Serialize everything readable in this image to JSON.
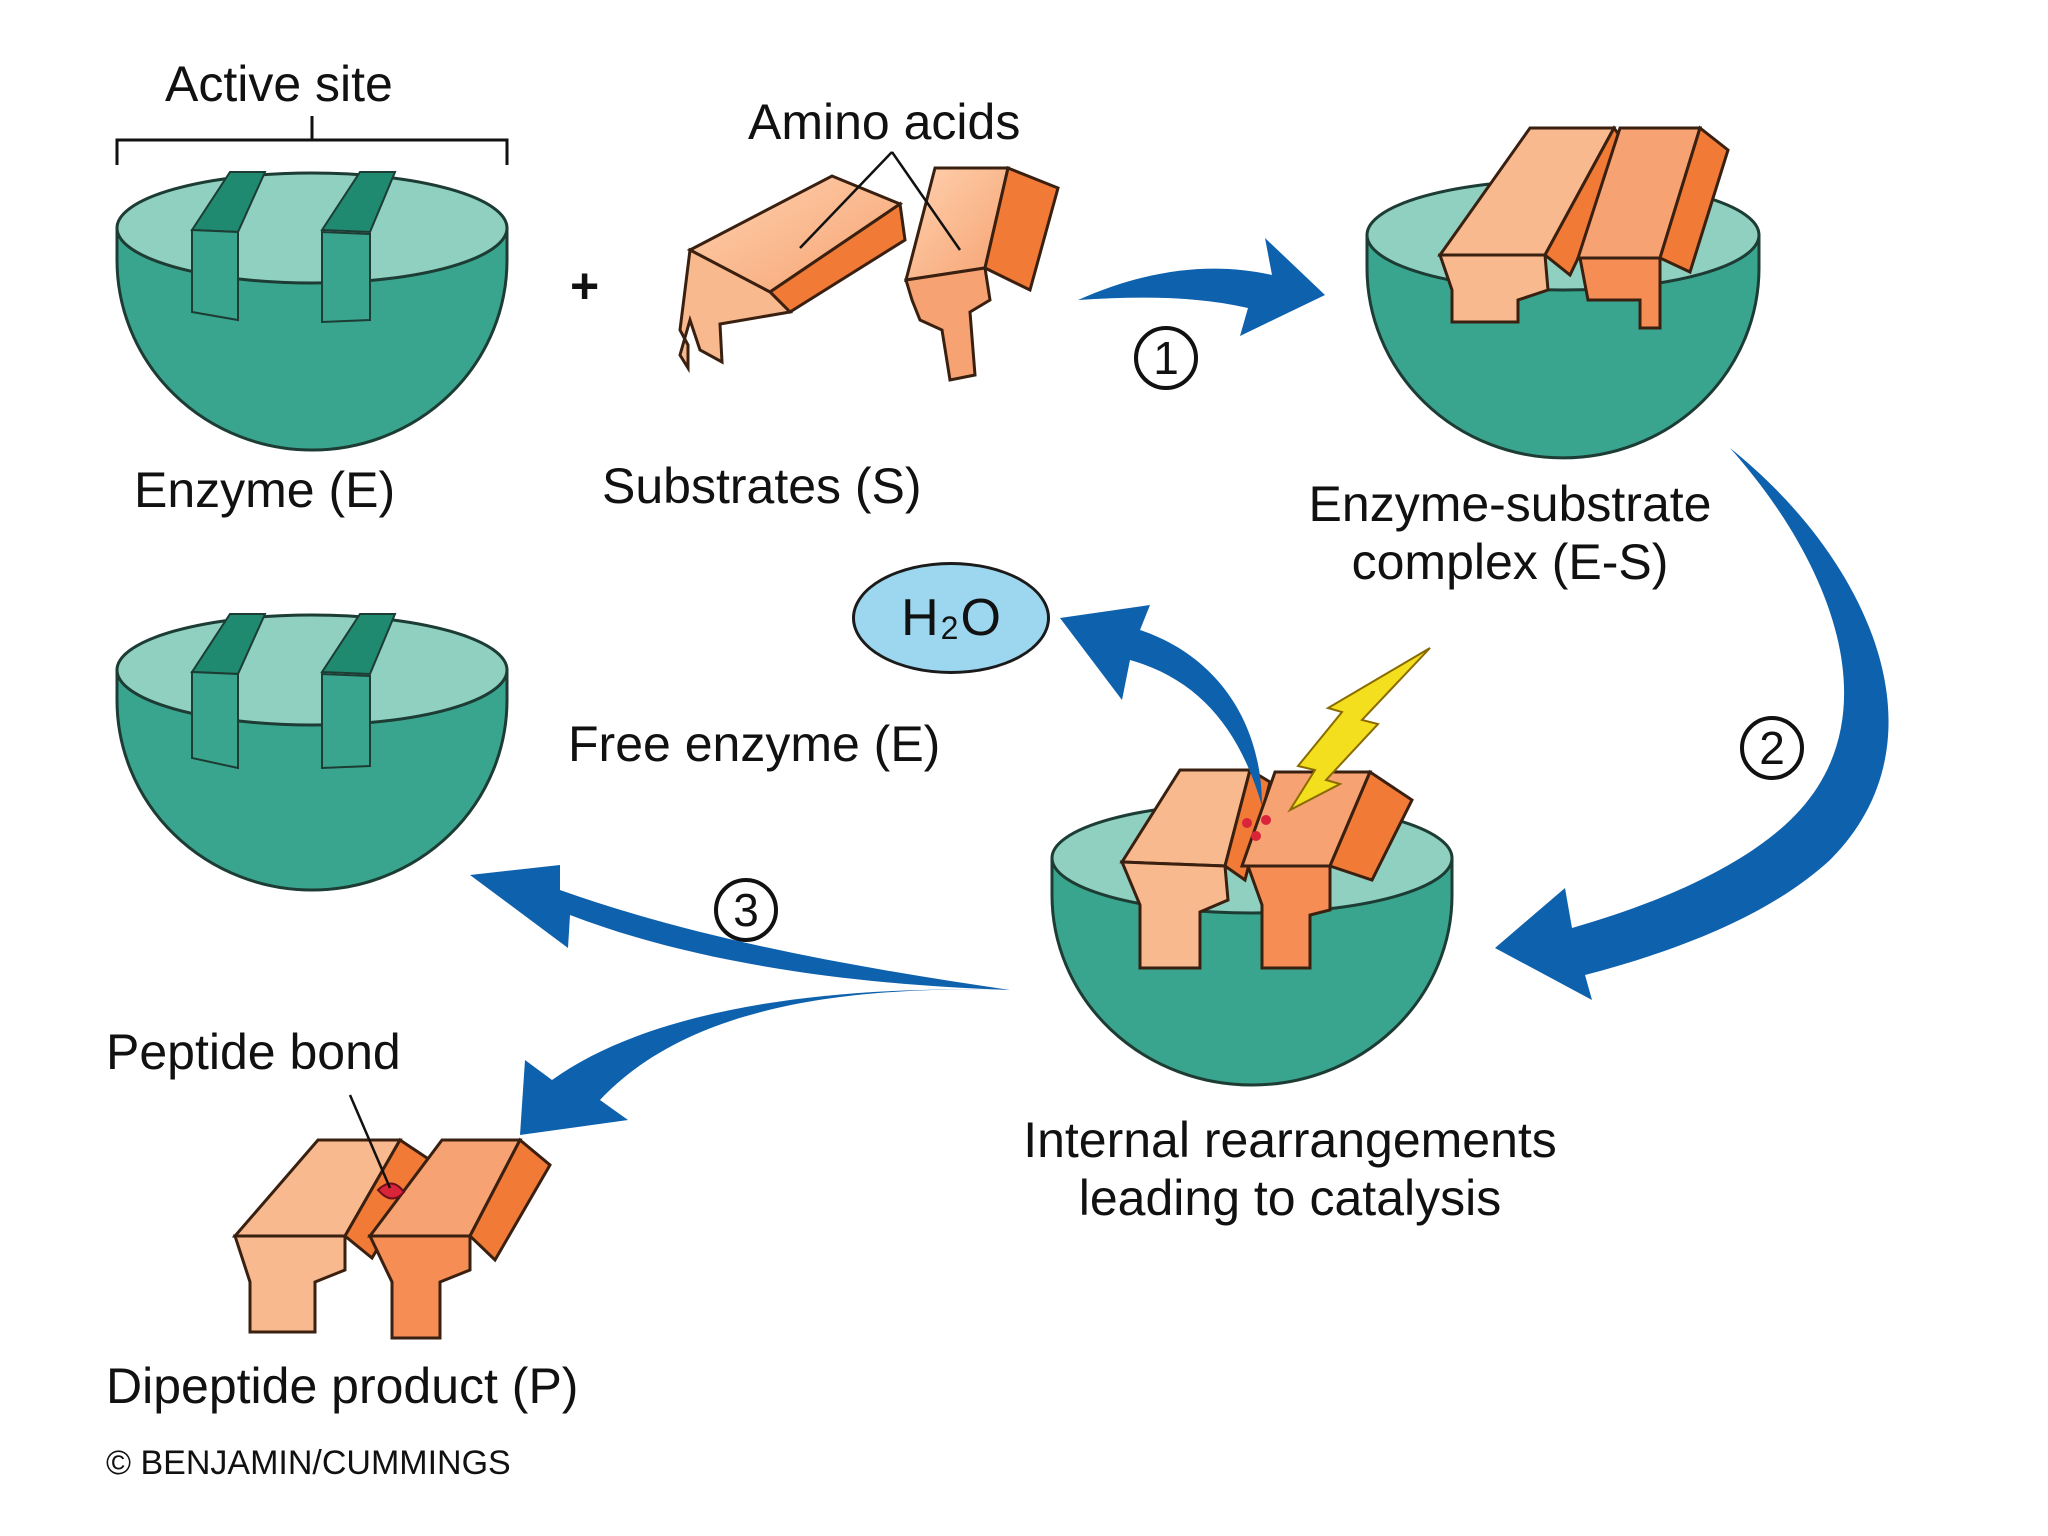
{
  "labels": {
    "active_site": "Active site",
    "amino_acids": "Amino acids",
    "plus": "+",
    "enzyme": "Enzyme (E)",
    "substrates": "Substrates (S)",
    "es_complex_line1": "Enzyme-substrate",
    "es_complex_line2": "complex (E-S)",
    "h2o_h": "H",
    "h2o_sub": "2",
    "h2o_o": "O",
    "free_enzyme": "Free enzyme (E)",
    "internal_line1": "Internal rearrangements",
    "internal_line2": "leading to catalysis",
    "peptide_bond": "Peptide bond",
    "dipeptide": "Dipeptide product (P)",
    "copyright": "© BENJAMIN/CUMMINGS"
  },
  "steps": {
    "one": "1",
    "two": "2",
    "three": "3"
  },
  "colors": {
    "enzyme": "#3aa58f",
    "enzyme_top": "#8fd0c0",
    "enzyme_slot": "#1f8a6f",
    "substrate_light": "#f9b98e",
    "substrate_mid": "#f58d55",
    "substrate_dark": "#f07a36",
    "arrow": "#0e61ad",
    "water": "#9cd7ef",
    "bolt": "#f3df1d",
    "bond": "#d92439"
  }
}
